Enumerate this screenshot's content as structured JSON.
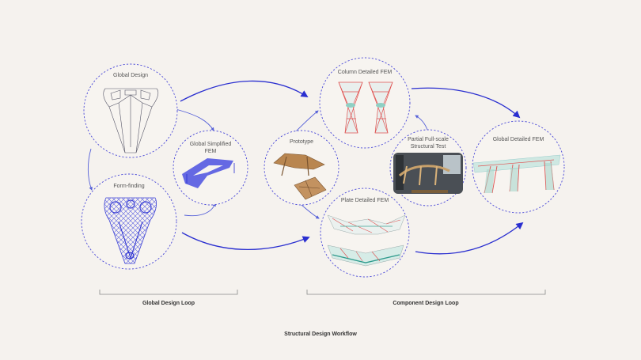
{
  "nodes": {
    "global_design": "Global Design",
    "form_finding": "Form-finding",
    "global_simplified_fem_1": "Global Simplified",
    "global_simplified_fem_2": "FEM",
    "prototype": "Prototype",
    "column_detailed_fem": "Column Detailed FEM",
    "plate_detailed_fem": "Plate Detailed FEM",
    "partial_test_1": "Partial Full-scale",
    "partial_test_2": "Structural Test",
    "global_detailed_fem": "Global Detailed FEM"
  },
  "loops": {
    "global": "Global Design Loop",
    "component": "Component Design Loop"
  },
  "caption": "Structural Design Workflow",
  "colors": {
    "background": "#f5f2ee",
    "flow_arrow": "#2a2fd0",
    "ring": "#4b4ad8",
    "mesh_blue": "#3f44d6",
    "rebar_red": "#e0504f",
    "fem_teal": "#8fd0c4"
  }
}
